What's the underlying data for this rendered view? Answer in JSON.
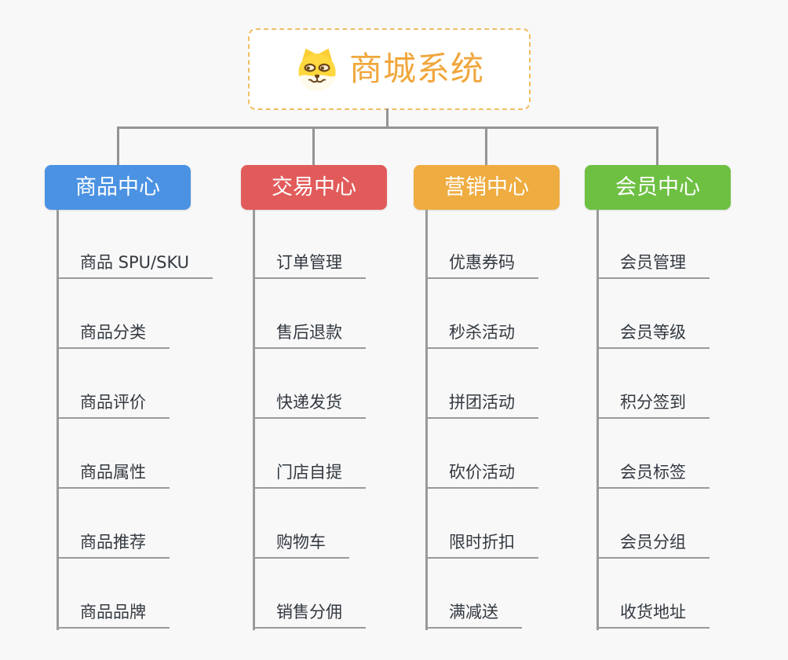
{
  "root": {
    "title": "商城系统",
    "icon": "doge-face-icon"
  },
  "colors": {
    "background": "#f8f8f8",
    "root_border": "#f2be62",
    "root_title": "#f0a73d",
    "connector": "#949494",
    "underline": "#9a9a9a",
    "item_text": "#333940",
    "branch_text": "#ffffff"
  },
  "columns": [
    {
      "label": "商品中心",
      "color": "#4b92e3",
      "items": [
        "商品 SPU/SKU",
        "商品分类",
        "商品评价",
        "商品属性",
        "商品推荐",
        "商品品牌"
      ]
    },
    {
      "label": "交易中心",
      "color": "#e25b5b",
      "items": [
        "订单管理",
        "售后退款",
        "快递发货",
        "门店自提",
        "购物车",
        "销售分佣"
      ]
    },
    {
      "label": "营销中心",
      "color": "#efac41",
      "items": [
        "优惠券码",
        "秒杀活动",
        "拼团活动",
        "砍价活动",
        "限时折扣",
        "满减送"
      ]
    },
    {
      "label": "会员中心",
      "color": "#6ec043",
      "items": [
        "会员管理",
        "会员等级",
        "积分签到",
        "会员标签",
        "会员分组",
        "收货地址"
      ]
    }
  ]
}
